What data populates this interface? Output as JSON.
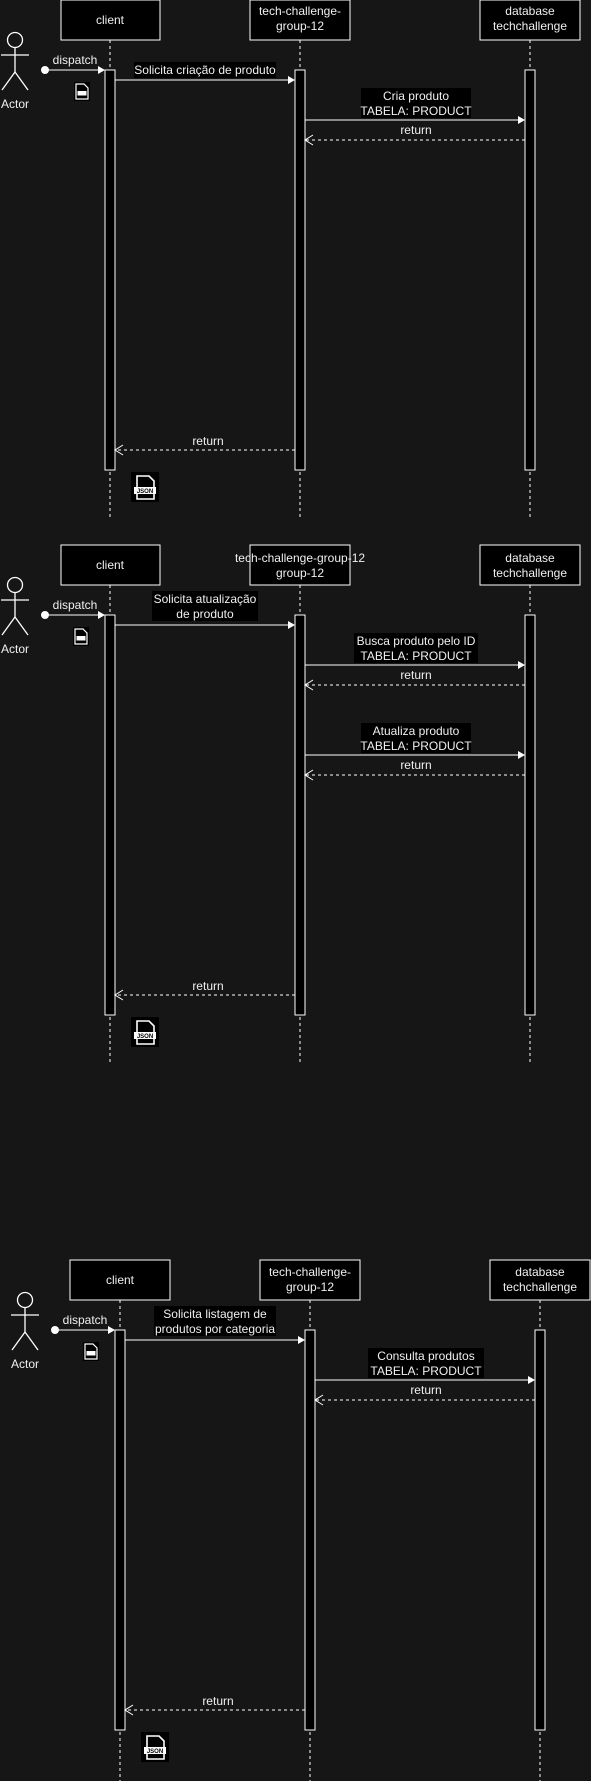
{
  "diagrams": [
    {
      "participants": {
        "client": "client",
        "service": [
          "tech-challenge-",
          "group-12"
        ],
        "db": [
          "database",
          "techchallenge"
        ]
      },
      "actor": "Actor",
      "dispatch": "dispatch",
      "request": [
        "Solicita criação de produto"
      ],
      "db_calls": [
        {
          "label": [
            "Cria produto",
            "TABELA: PRODUCT"
          ],
          "ret": "return"
        }
      ],
      "final_return": "return"
    },
    {
      "participants": {
        "client": "client",
        "service": [
          "tech-challenge-group-12"
        ],
        "db": [
          "database",
          "techchallenge"
        ]
      },
      "actor": "Actor",
      "dispatch": "dispatch",
      "request": [
        "Solicita atualização",
        "de produto"
      ],
      "db_calls": [
        {
          "label": [
            "Busca produto pelo ID",
            "TABELA: PRODUCT"
          ],
          "ret": "return"
        },
        {
          "label": [
            "Atualiza produto",
            "TABELA: PRODUCT"
          ],
          "ret": "return"
        }
      ],
      "final_return": "return"
    },
    {
      "participants": {
        "client": "client",
        "service": [
          "tech-challenge-",
          "group-12"
        ],
        "db": [
          "database",
          "techchallenge"
        ]
      },
      "actor": "Actor",
      "dispatch": "dispatch",
      "request": [
        "Solicita listagem de",
        "produtos por categoria"
      ],
      "db_calls": [
        {
          "label": [
            "Consulta produtos",
            "TABELA: PRODUCT"
          ],
          "ret": "return"
        }
      ],
      "final_return": "return"
    }
  ],
  "json_icon_text": "JSON"
}
